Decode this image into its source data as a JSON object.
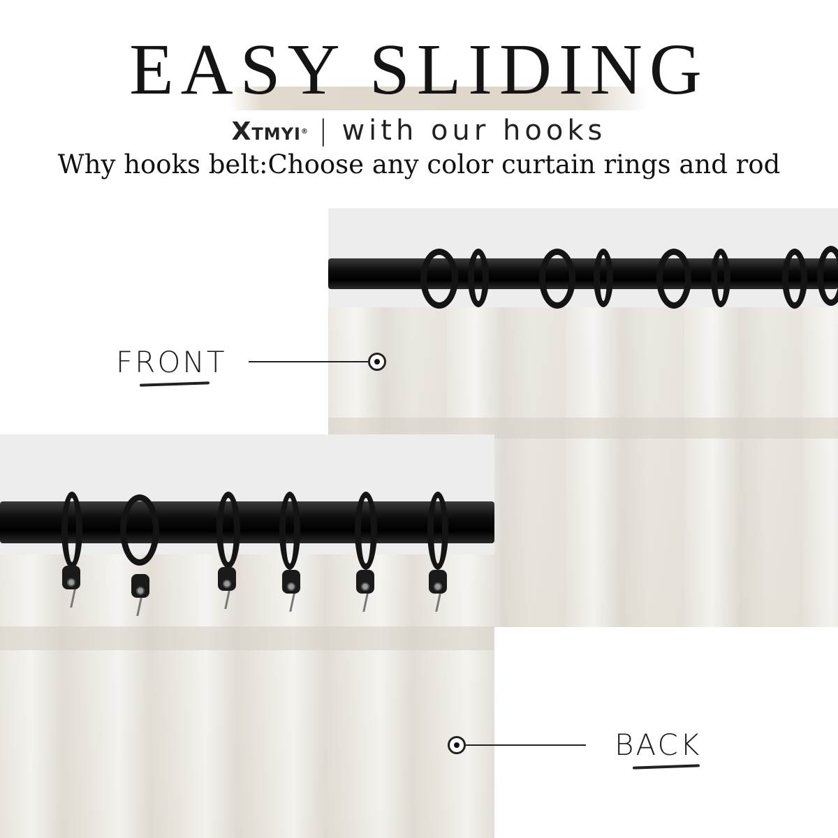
{
  "header": {
    "title": "EASY SLIDING",
    "brand_mark": "X",
    "brand_name": "TMYI",
    "brand_reg": "®",
    "separator": "|",
    "tagline": "with our hooks",
    "subtitle": "Why hooks belt:Choose any color curtain rings and rod"
  },
  "callouts": {
    "front_label": "FRONT",
    "back_label": "BACK"
  },
  "colors": {
    "background": "#ffffff",
    "rod": "#111111",
    "fabric": "#e8e5de",
    "title_brush": "#ddd3c6"
  }
}
